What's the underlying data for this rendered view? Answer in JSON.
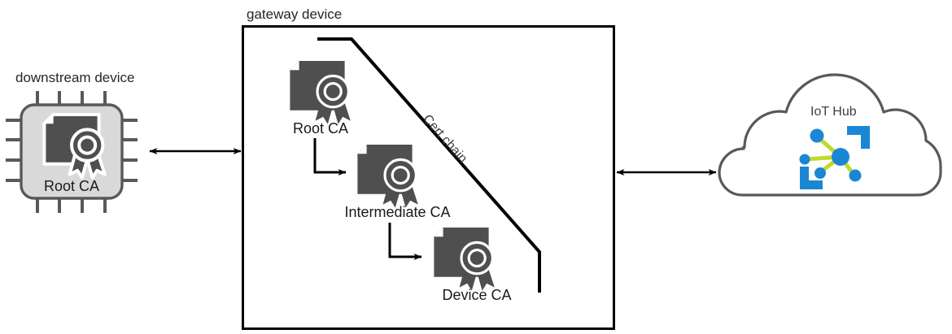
{
  "diagram": {
    "title_downstream": "downstream device",
    "title_gateway": "gateway device",
    "cloud_label": "IoT Hub",
    "cert_chain_label": "Cert chain",
    "colors": {
      "icon_gray": "#595959",
      "chip_fill": "#d9d9d9",
      "chip_border": "#595959",
      "cloud_stroke": "#595959",
      "line_black": "#000000",
      "text_dark": "#262626",
      "hub_blue": "#1b87d4",
      "hub_green": "#c3d92d"
    }
  },
  "downstream_device": {
    "caption": "downstream device",
    "node_label": "Root CA",
    "icon": "certificate-icon",
    "chip_icon": "microchip-icon"
  },
  "gateway_device": {
    "caption": "gateway device",
    "bracket_label": "Cert chain",
    "nodes": [
      {
        "label": "Root CA",
        "icon": "certificate-icon"
      },
      {
        "label": "Intermediate CA",
        "icon": "certificate-icon"
      },
      {
        "label": "Device CA",
        "icon": "certificate-icon"
      }
    ]
  },
  "cloud": {
    "label": "IoT Hub",
    "icon": "iot-hub-icon"
  },
  "connectors": [
    {
      "name": "downstream-to-gateway",
      "style": "double-arrow"
    },
    {
      "name": "gateway-to-cloud",
      "style": "double-arrow"
    },
    {
      "name": "root-to-intermediate",
      "style": "elbow-arrow"
    },
    {
      "name": "intermediate-to-device",
      "style": "elbow-arrow"
    }
  ]
}
